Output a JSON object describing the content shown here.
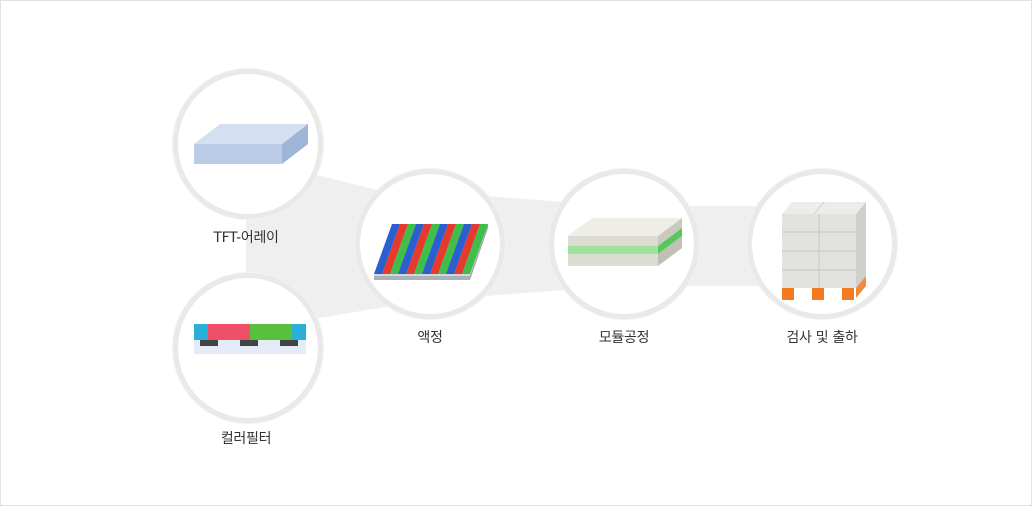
{
  "steps": [
    {
      "id": "tft",
      "label": "TFT-어레이",
      "icon": "glass-substrate-icon"
    },
    {
      "id": "cf",
      "label": "컬러필터",
      "icon": "color-filter-layer-icon"
    },
    {
      "id": "lc",
      "label": "액정",
      "icon": "rgb-liquid-crystal-icon"
    },
    {
      "id": "module",
      "label": "모듈공정",
      "icon": "module-stack-icon"
    },
    {
      "id": "ship",
      "label": "검사 및 출하",
      "icon": "pallet-boxes-icon"
    }
  ],
  "colors": {
    "connector": "#ececec",
    "circle_border": "#e9e9e9",
    "glass": "#c3d3ea",
    "red": "#e63a2e",
    "green": "#3fbf4a",
    "blue": "#2a5fd0",
    "pallet": "#f47a1f"
  }
}
